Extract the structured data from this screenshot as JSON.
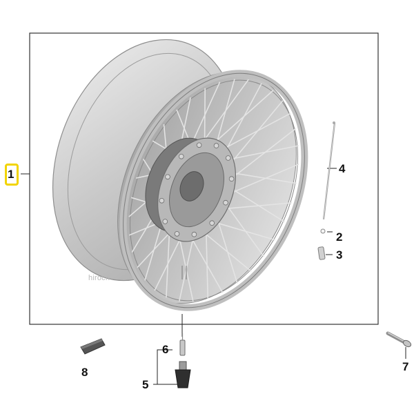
{
  "diagram": {
    "callouts": {
      "c1": "1",
      "c2": "2",
      "c3": "3",
      "c4": "4",
      "c5": "5",
      "c6": "6",
      "c7": "7",
      "c8": "8"
    },
    "highlight_color": "#f2d400",
    "watermark": "hiroch"
  }
}
